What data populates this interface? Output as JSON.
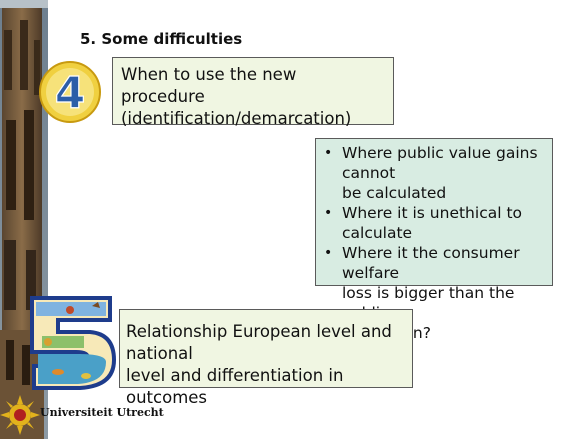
{
  "slide": {
    "title": "5. Some difficulties",
    "section4": {
      "number": "4",
      "line1": "When to use the new procedure",
      "line2": "(identification/demarcation)"
    },
    "bullets": [
      {
        "lines": [
          "Where public value gains cannot",
          "be calculated"
        ]
      },
      {
        "lines": [
          "Where it is unethical to calculate"
        ]
      },
      {
        "lines": [
          "Where it the consumer welfare",
          "loss is bigger than the public-",
          "value gain?"
        ]
      }
    ],
    "section5": {
      "number": "5",
      "line1": "Relationship European level and national",
      "line2": "level and differentiation in outcomes"
    },
    "footer": {
      "logo_text": "Universiteit Utrecht"
    }
  },
  "colors": {
    "box_light": "#f0f6e2",
    "box_green": "#d8ece2",
    "border": "#5a5a5a",
    "badge_yellow": "#f0d040",
    "badge_blue": "#2c5ea8"
  },
  "icons": [
    "tower-photo",
    "number-4-badge-icon",
    "number-5-illustration-icon",
    "university-seal-icon"
  ]
}
